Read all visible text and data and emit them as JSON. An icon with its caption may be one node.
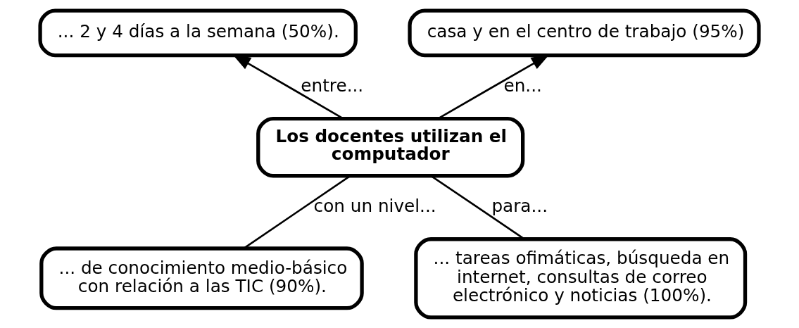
{
  "diagram": {
    "nodes": [
      {
        "text": [
          "Los docentes utilizan el computador"
        ]
      },
      {
        "text": [
          "... 2 y 4 días a la semana (50%)."
        ]
      },
      {
        "text": [
          "casa y en el centro de trabajo (95%)"
        ]
      },
      {
        "text": [
          "... de conocimiento medio-básico con relación a las TIC (90%)."
        ]
      },
      {
        "text": [
          "... tareas ofimáticas, búsqueda en internet, consultas de correo electrónico y noticias (100%)."
        ]
      }
    ],
    "edges": [
      {
        "from": 0,
        "to": 1,
        "arrow": "to",
        "label": "entre..."
      },
      {
        "from": 0,
        "to": 2,
        "arrow": "to",
        "label": "en..."
      },
      {
        "from": 0,
        "to": 3,
        "arrow": "none",
        "label": "con un nivel..."
      },
      {
        "from": 0,
        "to": 4,
        "arrow": "none",
        "label": "para..."
      }
    ]
  }
}
